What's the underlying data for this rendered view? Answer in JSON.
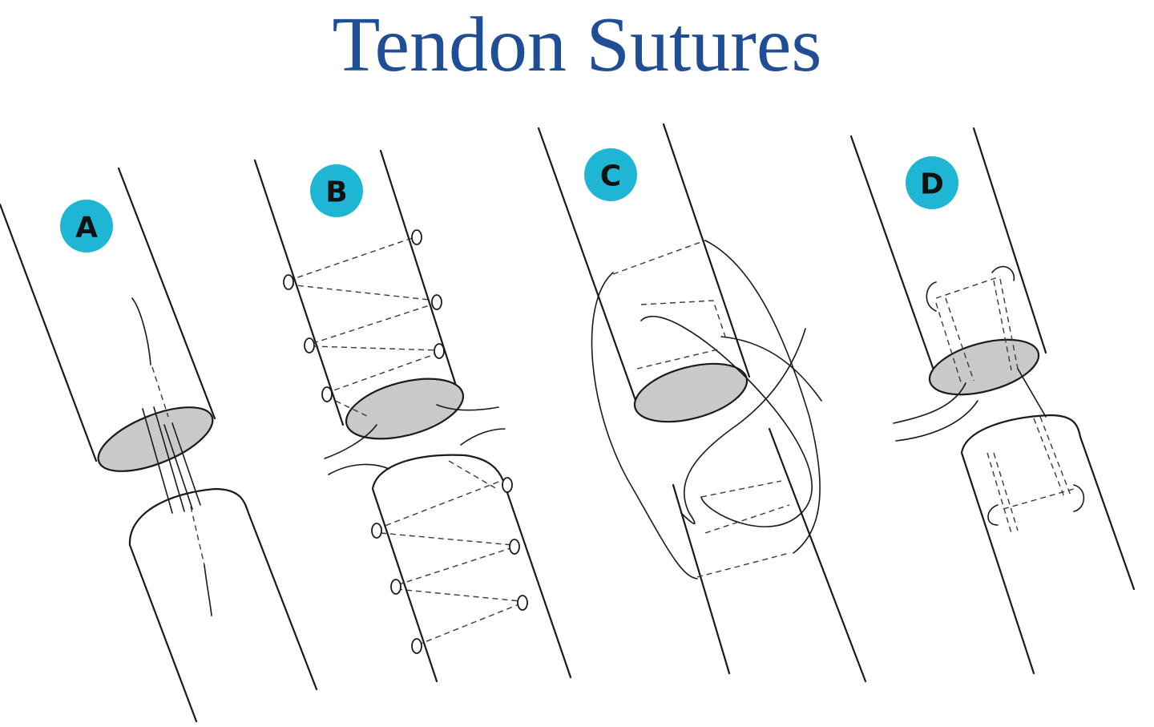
{
  "title": "Tendon Sutures",
  "panels": [
    {
      "label": "A"
    },
    {
      "label": "B"
    },
    {
      "label": "C"
    },
    {
      "label": "D"
    }
  ],
  "colors": {
    "title": "#1f4e96",
    "badge": "#1fb6d6",
    "line": "#1a1a1a",
    "cut_face": "#c9c9c9"
  }
}
